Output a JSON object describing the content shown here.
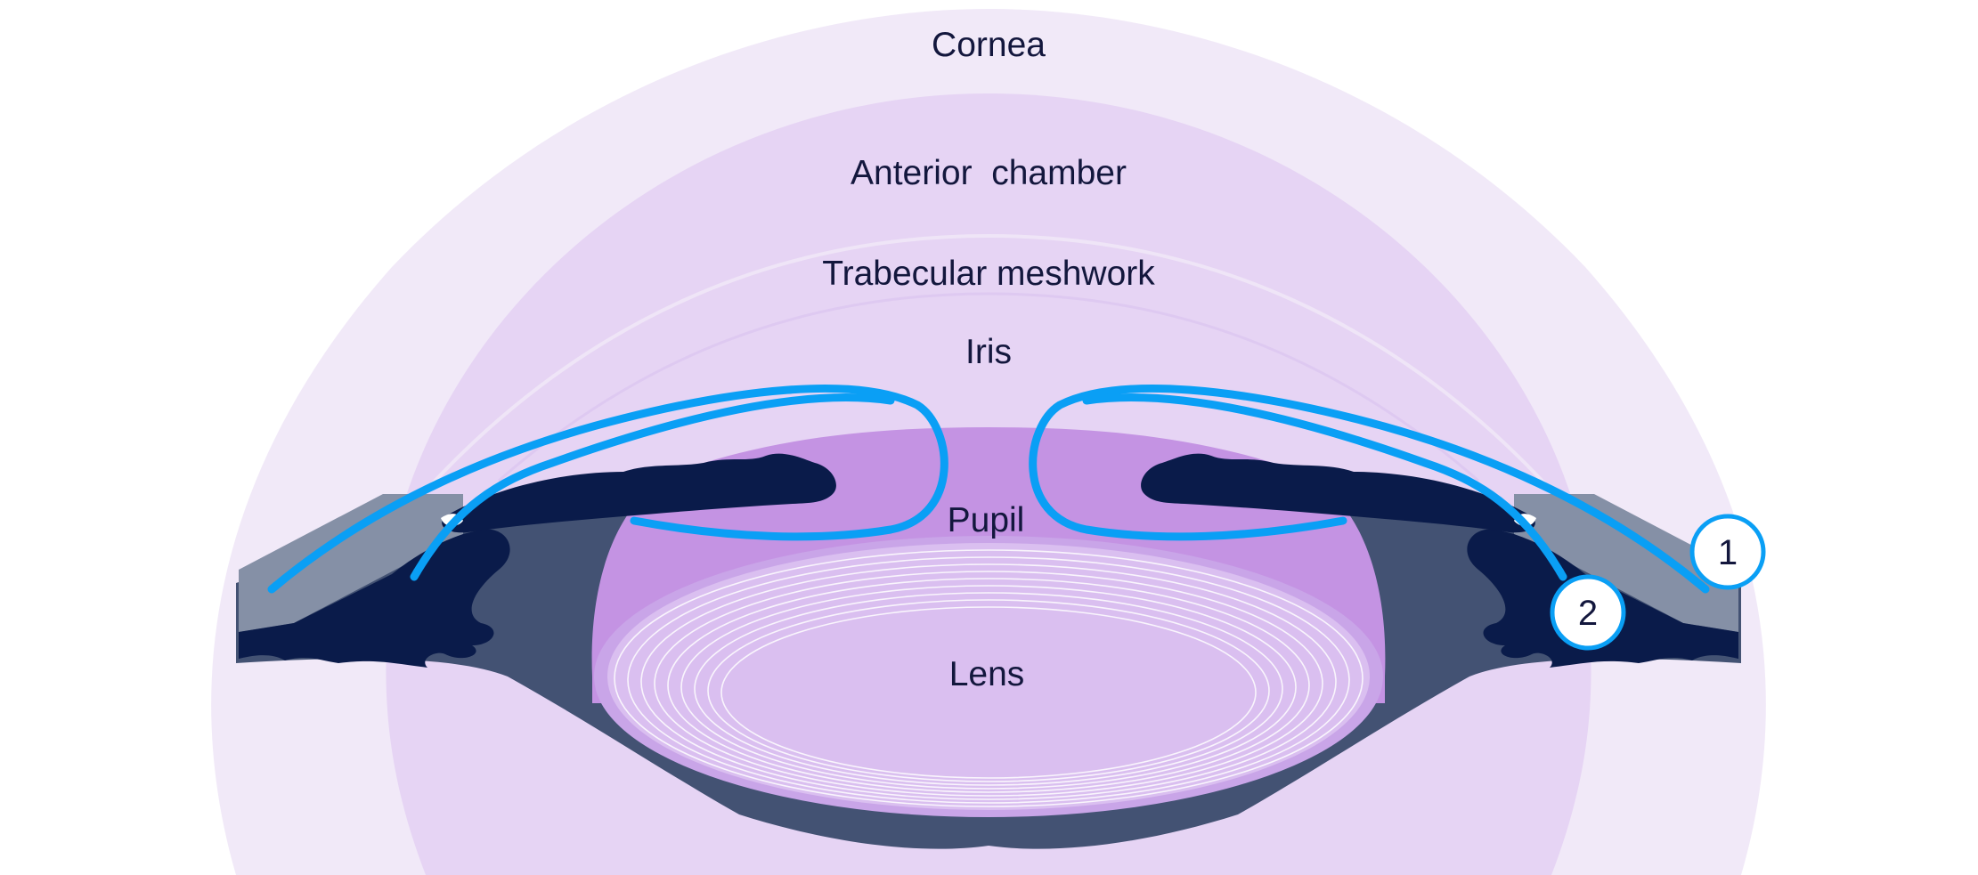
{
  "labels": {
    "cornea": "Cornea",
    "anterior_chamber": "Anterior  chamber",
    "trabecular_meshwork": "Trabecular meshwork",
    "iris": "Iris",
    "pupil": "Pupil",
    "lens": "Lens"
  },
  "markers": {
    "one": "1",
    "two": "2"
  },
  "colors": {
    "cornea": "#f1e9f8",
    "anterior_chamber": "#e6d4f4",
    "pupil_area": "#c493e3",
    "lens": "#dabff0",
    "tissue_dark": "#0a1b4a",
    "tissue_mid": "#435273",
    "tissue_light": "#8590a6",
    "flow_arrow": "#0a9ff5"
  }
}
